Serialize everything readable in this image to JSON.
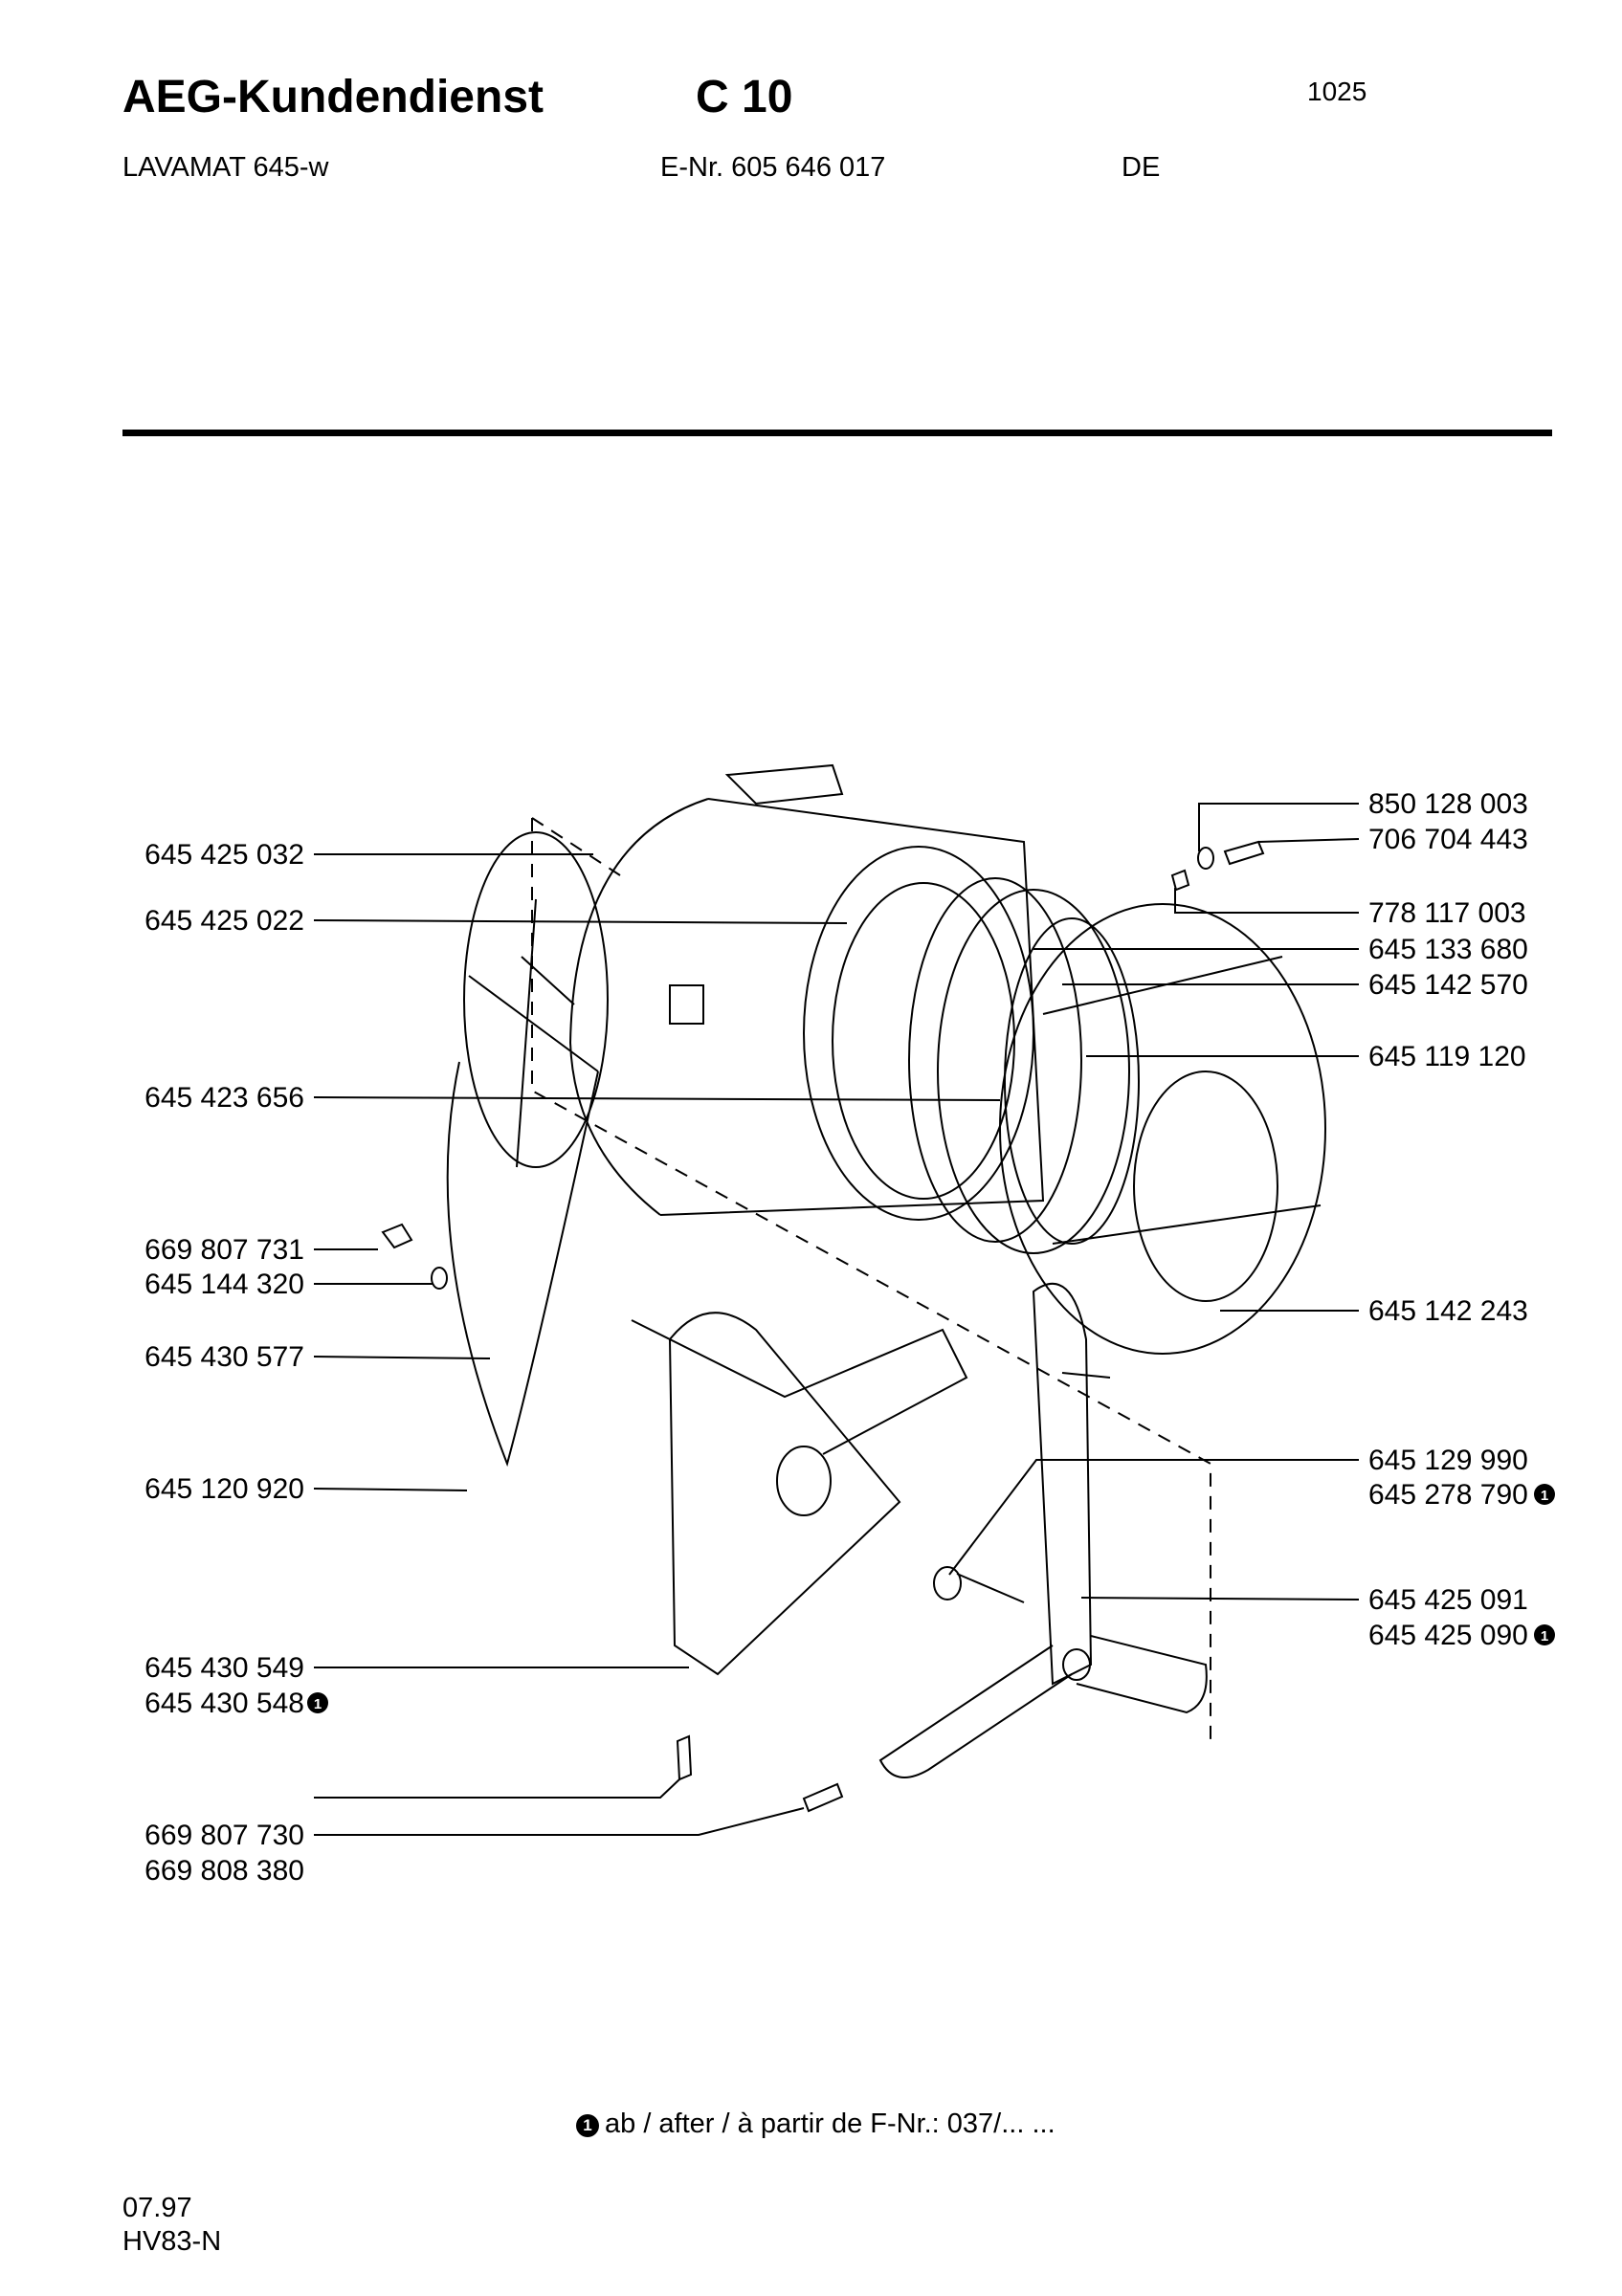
{
  "header": {
    "title": "AEG-Kundendienst",
    "section": "C 10",
    "page_number": "1025",
    "model": "LAVAMAT 645-w",
    "e_number": "E-Nr. 605 646 017",
    "language": "DE"
  },
  "diagram": {
    "marker_glyph": "❶",
    "left_labels": [
      "645 425 032",
      "645 425 022",
      "645 423 656",
      "669 807 731",
      "645 144 320",
      "645 430 577",
      "645 120 920",
      "645 430 549",
      "645 430 548",
      "669 807 730",
      "669 808 380"
    ],
    "right_labels": [
      "850 128 003",
      "706 704 443",
      "778 117 003",
      "645 133 680",
      "645 142 570",
      "645 119 120",
      "645 142 243",
      "645 129 990",
      "645 278 790",
      "645 425 091",
      "645 425 090"
    ]
  },
  "footer": {
    "footnote": "ab / after / à partir de  F-Nr.: 037/... ...",
    "date": "07.97",
    "code": "HV83-N"
  }
}
